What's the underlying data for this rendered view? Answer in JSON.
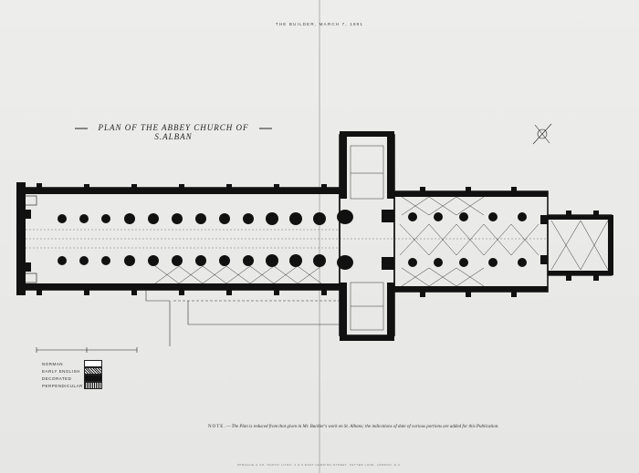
{
  "header": "THE BUILDER, MARCH 7, 1891",
  "title": "PLAN OF THE ABBEY CHURCH OF S.ALBAN",
  "legend": {
    "items": [
      {
        "label": "NORMAN",
        "swatch": "norman"
      },
      {
        "label": "EARLY ENGLISH",
        "swatch": "early-english"
      },
      {
        "label": "DECORATED",
        "swatch": "decorated"
      },
      {
        "label": "PERPENDICULAR",
        "swatch": "perpendicular"
      }
    ]
  },
  "note": {
    "lead": "NOTE.—",
    "text": "The Plan is reduced from that given in Mr. Buckler's work on St. Albans; the indications of date of various portions are added for this Publication."
  },
  "footer": "SPRAGUE & CO. PHOTO LITHO. 4 & 5 EAST HARDING STREET, FETTER LANE, LONDON, E.C.",
  "colors": {
    "paper": "#e9e9e7",
    "ink": "#1a1a1a",
    "pier": "#111111"
  }
}
